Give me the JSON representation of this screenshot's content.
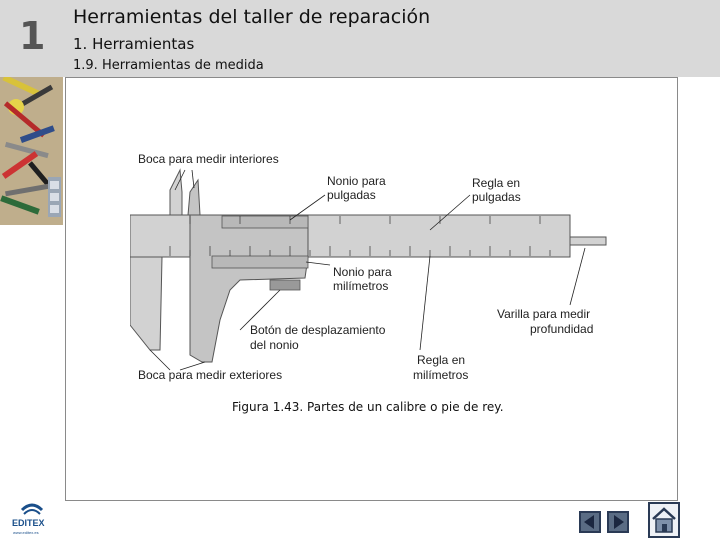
{
  "header": {
    "chapter_number": "1",
    "title": "Herramientas del taller de reparación",
    "section": "1. Herramientas",
    "subsection": "1.9. Herramientas de medida"
  },
  "figure": {
    "labels": {
      "inside_jaws": "Boca para medir interiores",
      "vernier_inch_1": "Nonio para",
      "vernier_inch_2": "pulgadas",
      "scale_inch_1": "Regla en",
      "scale_inch_2": "pulgadas",
      "vernier_mm_1": "Nonio para",
      "vernier_mm_2": "milímetros",
      "slide_button_1": "Botón de desplazamiento",
      "slide_button_2": "del nonio",
      "depth_rod_1": "Varilla para medir",
      "depth_rod_2": "profundidad",
      "scale_mm_1": "Regla en",
      "scale_mm_2": "milímetros",
      "outside_jaws": "Boca para medir exteriores"
    },
    "caption_prefix": "Figura 1.43.",
    "caption_text": " Partes de un calibre o pie de rey."
  },
  "footer": {
    "logo_text": "EDITEX",
    "logo_url": "www.editex.es"
  },
  "colors": {
    "header_bg": "#d9d9d9",
    "nav_button": "#5a6c84",
    "nav_border": "#2a3a55"
  },
  "icons": [
    "prev-arrow-icon",
    "next-arrow-icon",
    "home-icon",
    "editex-logo-icon"
  ]
}
